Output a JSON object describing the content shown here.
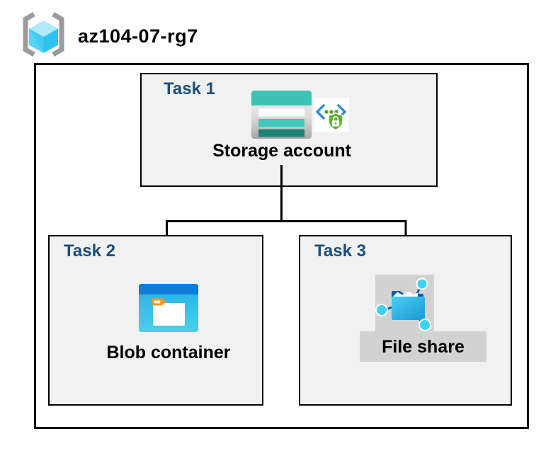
{
  "header": {
    "resource_group_name": "az104-07-rg7",
    "icon": "azure-resource-group-icon"
  },
  "tasks": [
    {
      "label": "Task 1",
      "item_label": "Storage account",
      "icons": [
        "storage-account-icon",
        "private-endpoint-shield-icon"
      ]
    },
    {
      "label": "Task 2",
      "item_label": "Blob container",
      "icons": [
        "blob-container-icon"
      ]
    },
    {
      "label": "Task 3",
      "item_label": "File share",
      "icons": [
        "file-share-icon"
      ],
      "highlighted": true
    }
  ],
  "connections": [
    {
      "from": "Storage account",
      "to": "Blob container"
    },
    {
      "from": "Storage account",
      "to": "File share"
    }
  ],
  "colors": {
    "task_label_blue": "#1B4E79",
    "box_fill": "#F1F1F1",
    "border_black": "#000000",
    "highlight_gray": "#D2D2D2",
    "storage_teal": "#3BC4B6",
    "storage_teal_dark": "#1F8276",
    "blob_header_blue": "#0F7BD9",
    "blob_body_blue": "#35BCE8",
    "tag_orange": "#F8991D",
    "folder_dark_blue": "#0E5FA4",
    "node_cyan": "#3FD2F7",
    "shield_green": "#5AB42E",
    "chevron_blue": "#2E8BD8",
    "bracket_gray": "#9B9B9B"
  }
}
